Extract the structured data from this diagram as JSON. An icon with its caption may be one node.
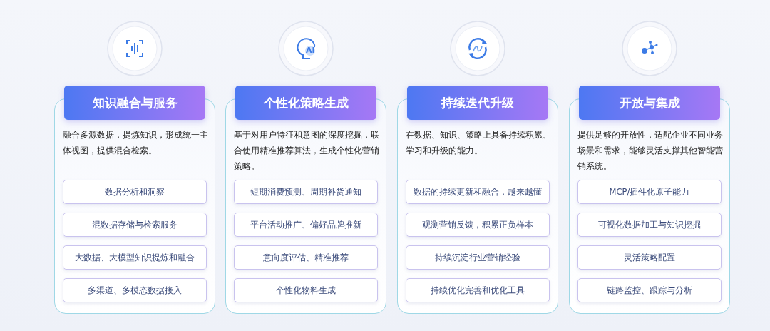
{
  "diagram": {
    "nodes": [
      {
        "text": [
          "知识融合与服务",
          "融合多源数据，提炼知识，形成统一主体视图，提供混合检索。"
        ]
      },
      {
        "text": [
          "数据分析和洞察"
        ],
        "in": 0
      },
      {
        "text": [
          "混数据存储与检索服务"
        ],
        "in": 0
      },
      {
        "text": [
          "大数据、大模型知识提炼和融合"
        ],
        "in": 0
      },
      {
        "text": [
          "多渠道、多模态数据接入"
        ],
        "in": 0
      },
      {
        "text": [
          "个性化策略生成",
          "基于对用户特征和意图的深度挖掘，联合使用精准推荐算法，生成个性化营销策略。"
        ]
      },
      {
        "text": [
          "短期消费预测、周期补货通知"
        ],
        "in": 5
      },
      {
        "text": [
          "平台活动推广、偏好品牌推新"
        ],
        "in": 5
      },
      {
        "text": [
          "意向度评估、精准推荐"
        ],
        "in": 5
      },
      {
        "text": [
          "个性化物料生成"
        ],
        "in": 5
      },
      {
        "text": [
          "持续迭代升级",
          "在数据、知识、策略上具备持续积累、学习和升级的能力。"
        ]
      },
      {
        "text": [
          "数据的持续更新和融合，越来越懂"
        ],
        "in": 10
      },
      {
        "text": [
          "观测营销反馈，积累正负样本"
        ],
        "in": 10
      },
      {
        "text": [
          "持续沉淀行业营销经验"
        ],
        "in": 10
      },
      {
        "text": [
          "持续优化完善和优化工具"
        ],
        "in": 10
      },
      {
        "text": [
          "开放与集成",
          "提供足够的开放性，适配企业不同业务场景和需求，能够灵活支撑其他智能营销系统。"
        ]
      },
      {
        "text": [
          "MCP/插件化原子能力"
        ],
        "in": 15
      },
      {
        "text": [
          "可视化数据加工与知识挖掘"
        ],
        "in": 15
      },
      {
        "text": [
          "灵活策略配置"
        ],
        "in": 15
      },
      {
        "text": [
          "链路监控、跟踪与分析"
        ],
        "in": 15
      }
    ],
    "labels": [
      "AI"
    ]
  }
}
